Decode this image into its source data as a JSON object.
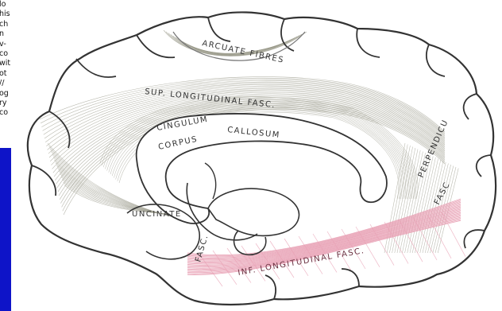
{
  "left_text_fragments": [
    "lo",
    "his",
    "ch",
    "n",
    "v-",
    "co",
    "wit",
    "ot",
    "//",
    "og",
    "ry",
    "co"
  ],
  "labels": {
    "arcuate": "ARCUATE FIBRES",
    "sup_longitudinal": "SUP. LONGITUDINAL FASC.",
    "cingulum": "CINGULUM",
    "corpus": "CORPUS",
    "callosum": "CALLOSUM",
    "uncinate": "UNCINATE",
    "perpendicular_1": "PERPENDICU",
    "perpendicular_2": "FASC",
    "inf_longitudinal": "INF. LONGITUDINAL FASC.",
    "small_vertical": "FASC."
  },
  "colors": {
    "background": "#ffffff",
    "outline": "#333333",
    "fiber": "#9a9a8a",
    "highlight": "#e8a0b4",
    "side_band": "#0e14c8"
  }
}
